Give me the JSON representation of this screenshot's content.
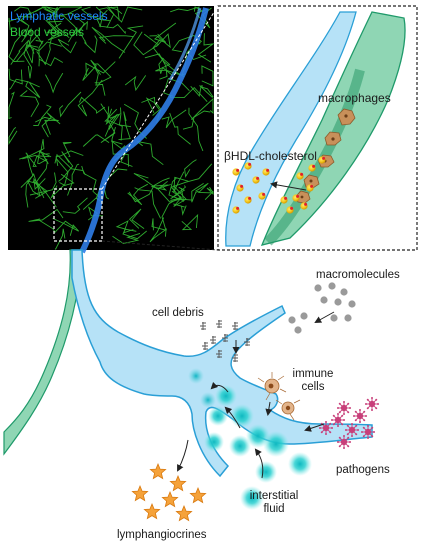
{
  "legend": {
    "lymphatic": "Lymphatic vessels",
    "blood": "Blood vessels"
  },
  "labels": {
    "macrophages": "macrophages",
    "hdl": "βHDL-cholesterol",
    "macromolecules": "macromolecules",
    "cell_debris": "cell debris",
    "immune_cells": [
      "immune",
      "cells"
    ],
    "pathogens": "pathogens",
    "interstitial_fluid": [
      "interstitial",
      "fluid"
    ],
    "lymphangiocrines": "lymphangiocrines"
  },
  "colors": {
    "lymphatic_fill": "#b6e2f7",
    "lymphatic_stroke": "#2a9fd6",
    "blood_fill": "#8fd6b4",
    "blood_stroke": "#1f9a6a",
    "micrograph_bg": "#000000",
    "micro_green": "#37c837",
    "micro_blue": "#2f7de8",
    "macrophage": "#c8905a",
    "pathogen": "#c8407a",
    "star": "#f5a23a",
    "fluid_dot": "#2bc7c7"
  }
}
